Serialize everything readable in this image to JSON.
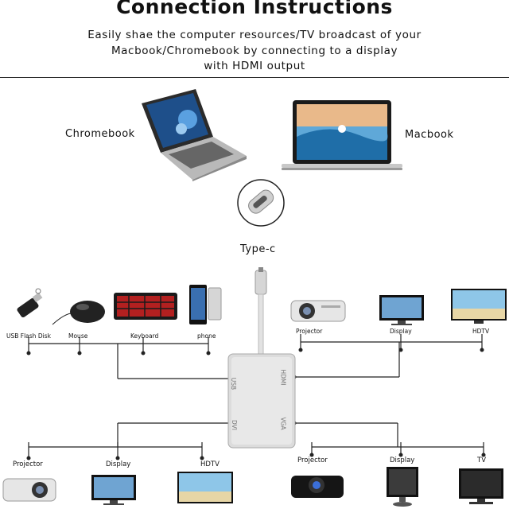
{
  "header": {
    "title": "Connection Instructions",
    "subtitle_line1": "Easily shae the computer resources/TV broadcast of your",
    "subtitle_line2": "Macbook/Chromebook by connecting to a display",
    "subtitle_line3": "with HDMI output"
  },
  "laptops": {
    "left_label": "Chromebook",
    "right_label": "Macbook"
  },
  "cable": {
    "label": "Type-c"
  },
  "usb_devices": [
    "USB Flash Disk",
    "Mouse",
    "Keyboard",
    "phone"
  ],
  "hdmi_devices": [
    "Projector",
    "Display",
    "HDTV"
  ],
  "dvi_devices": [
    "Projector",
    "Display",
    "HDTV"
  ],
  "vga_devices": [
    "Projector",
    "Display",
    "TV"
  ],
  "hub_ports": [
    "USB",
    "HDMI",
    "DVI",
    "VGA"
  ]
}
